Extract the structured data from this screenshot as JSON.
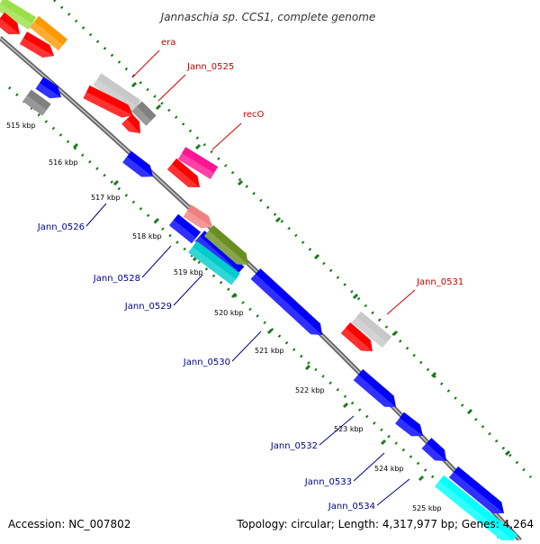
{
  "title": "Jannaschia sp. CCS1, complete genome",
  "footer": {
    "accession": "Accession: NC_007802",
    "summary": "Topology: circular; Length: 4,317,977 bp; Genes: 4,264"
  },
  "colors": {
    "backbone": "#8c8c8c",
    "tick": "#1a7a1a",
    "label_forward": "#cc0000",
    "label_reverse": "#00008b"
  },
  "kbp_labels": [
    "515 kbp",
    "516 kbp",
    "517 kbp",
    "518 kbp",
    "519 kbp",
    "520 kbp",
    "521 kbp",
    "522 kbp",
    "523 kbp",
    "524 kbp",
    "525 kbp"
  ],
  "gene_labels_forward": [
    "era",
    "Jann_0525",
    "recO",
    "Jann_0531"
  ],
  "gene_labels_reverse": [
    "Jann_0526",
    "Jann_0528",
    "Jann_0529",
    "Jann_0530",
    "Jann_0532",
    "Jann_0533",
    "Jann_0534"
  ],
  "features": [
    {
      "color": "#9be04a"
    },
    {
      "color": "#ff9900"
    },
    {
      "color": "#ff0000"
    },
    {
      "color": "#ff0000"
    },
    {
      "color": "#c8c8c8"
    },
    {
      "color": "#ff0000"
    },
    {
      "color": "#808080"
    },
    {
      "color": "#ff0000"
    },
    {
      "color": "#ff1493"
    },
    {
      "color": "#ff0000"
    },
    {
      "color": "#c8c8c8"
    },
    {
      "color": "#ff0000"
    },
    {
      "color": "#808080"
    },
    {
      "color": "#0000ff"
    },
    {
      "color": "#0000ff"
    },
    {
      "color": "#0000ff"
    },
    {
      "color": "#f08080"
    },
    {
      "color": "#0000ff"
    },
    {
      "color": "#00cccc"
    },
    {
      "color": "#6b8e23"
    },
    {
      "color": "#0000ff"
    },
    {
      "color": "#0000ff"
    },
    {
      "color": "#0000ff"
    },
    {
      "color": "#0000ff"
    },
    {
      "color": "#0000ff"
    },
    {
      "color": "#00ffff"
    }
  ]
}
